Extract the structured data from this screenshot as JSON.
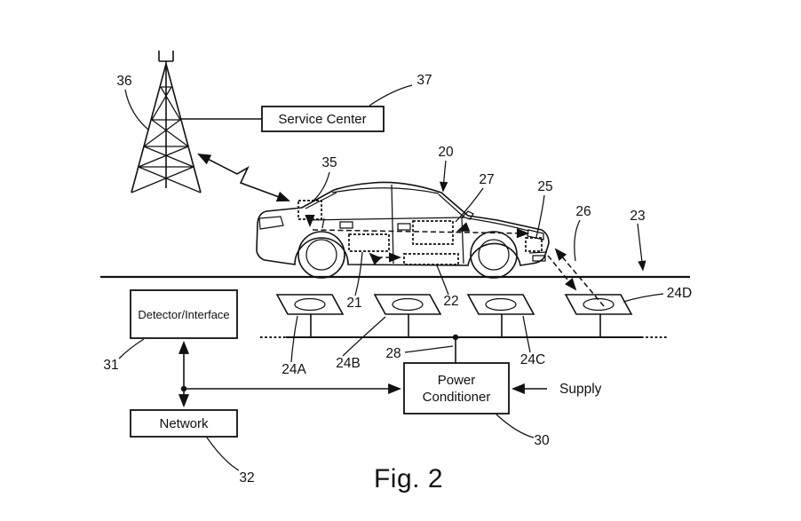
{
  "figure": {
    "caption": "Fig. 2"
  },
  "boxes": {
    "service_center": {
      "label": "Service Center"
    },
    "detector_interface": {
      "label": "Detector/Interface"
    },
    "network": {
      "label": "Network"
    },
    "power_conditioner": {
      "label_line1": "Power",
      "label_line2": "Conditioner"
    }
  },
  "labels": {
    "supply": "Supply",
    "tower_ref": "36",
    "service_center_ref": "37",
    "vehicle_ref": "20",
    "trunk_unit_ref": "35",
    "cabin_unit_ref": "27",
    "front_unit_ref": "25",
    "underbody_unit_ref": "21",
    "floor_unit_ref": "22",
    "wireless_link_ref": "26",
    "road_ref": "23",
    "pad_a_ref": "24A",
    "pad_b_ref": "24B",
    "pad_c_ref": "24C",
    "pad_d_ref": "24D",
    "bus_ref": "28",
    "detector_ref": "31",
    "network_ref": "32",
    "power_conditioner_ref": "30"
  }
}
